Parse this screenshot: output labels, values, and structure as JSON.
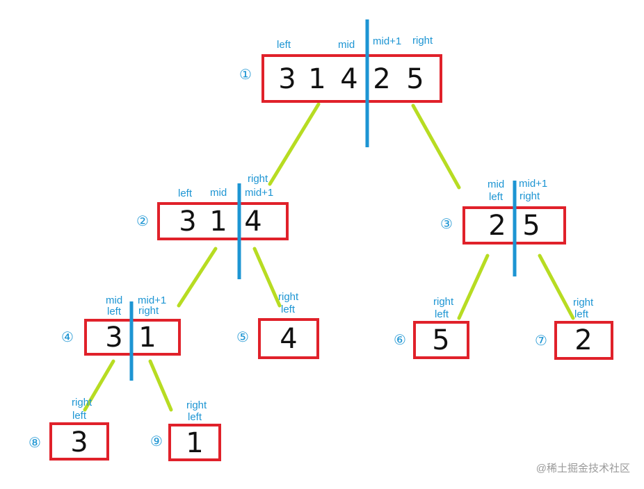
{
  "colors": {
    "box_border": "#e0212a",
    "divider": "#1d95d3",
    "edge": "#b7dc22",
    "label": "#1d95d3"
  },
  "nodes": [
    {
      "id": 1,
      "marker": "①",
      "values": [
        "3",
        "1",
        "4",
        "2",
        "5"
      ],
      "labels": {
        "left": "left",
        "mid": "mid",
        "mid1": "mid+1",
        "right": "right"
      }
    },
    {
      "id": 2,
      "marker": "②",
      "values": [
        "3",
        "1",
        "4"
      ],
      "labels": {
        "left": "left",
        "mid": "mid",
        "mid1": "mid+1",
        "right": "right"
      }
    },
    {
      "id": 3,
      "marker": "③",
      "values": [
        "2",
        "5"
      ],
      "labels": {
        "left": "left",
        "mid": "mid",
        "mid1": "mid+1",
        "right": "right"
      }
    },
    {
      "id": 4,
      "marker": "④",
      "values": [
        "3",
        "1"
      ],
      "labels": {
        "left": "left",
        "mid": "mid",
        "mid1": "mid+1",
        "right": "right"
      }
    },
    {
      "id": 5,
      "marker": "⑤",
      "values": [
        "4"
      ],
      "labels": {
        "left": "left",
        "right": "right"
      }
    },
    {
      "id": 6,
      "marker": "⑥",
      "values": [
        "5"
      ],
      "labels": {
        "left": "left",
        "right": "right"
      }
    },
    {
      "id": 7,
      "marker": "⑦",
      "values": [
        "2"
      ],
      "labels": {
        "left": "left",
        "right": "right"
      }
    },
    {
      "id": 8,
      "marker": "⑧",
      "values": [
        "3"
      ],
      "labels": {
        "left": "left",
        "right": "right"
      }
    },
    {
      "id": 9,
      "marker": "⑨",
      "values": [
        "1"
      ],
      "labels": {
        "left": "left",
        "right": "right"
      }
    }
  ],
  "watermark": "@稀土掘金技术社区"
}
